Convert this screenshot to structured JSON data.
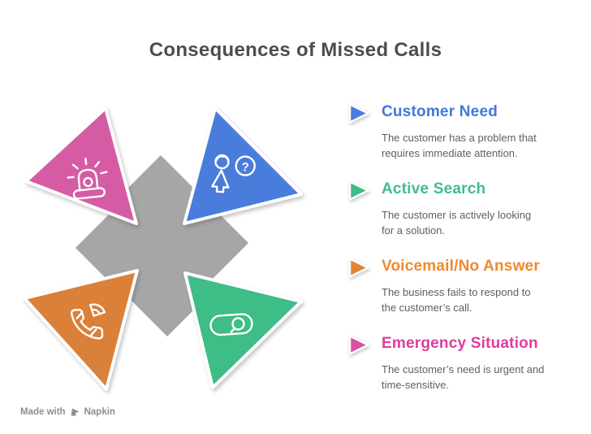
{
  "title": "Consequences of Missed Calls",
  "colors": {
    "background": "#FFFFFF",
    "title_text": "#4D4D4D",
    "description_text": "#5F5F5F",
    "center_star": "#A6A6A6",
    "footer_text": "#8E8E8E"
  },
  "diagram": {
    "center_shape": "four-point-cross-star",
    "question_mark": "?",
    "triangles": [
      {
        "name": "emergency-situation",
        "icon": "siren-icon",
        "color": "#D55CA4"
      },
      {
        "name": "customer-need",
        "icon": "person-question-icon",
        "color": "#4A7CDC"
      },
      {
        "name": "voicemail-no-answer",
        "icon": "phone-call-icon",
        "color": "#DB8038"
      },
      {
        "name": "active-search",
        "icon": "search-bar-icon",
        "color": "#3EBD86"
      }
    ]
  },
  "legend": {
    "items": [
      {
        "label": "Customer Need",
        "description": "The customer has a problem that\nrequires immediate attention.",
        "accent": "#4A7CDC",
        "title_color": "#3E79DB",
        "icon": "arrow-right-icon"
      },
      {
        "label": "Active Search",
        "description": "The customer is actively looking\nfor a solution.",
        "accent": "#3EBD86",
        "title_color": "#3FBE8E",
        "icon": "arrow-right-icon"
      },
      {
        "label": "Voicemail/No Answer",
        "description": "The business fails to respond to\nthe customer’s call.",
        "accent": "#E08434",
        "title_color": "#EE8A2F",
        "icon": "arrow-right-icon"
      },
      {
        "label": "Emergency Situation",
        "description": "The customer’s need is urgent and\ntime-sensitive.",
        "accent": "#D94FA2",
        "title_color": "#DF3C9E",
        "icon": "arrow-right-icon"
      }
    ]
  },
  "footer": {
    "prefix": "Made with",
    "brand": "Napkin"
  }
}
